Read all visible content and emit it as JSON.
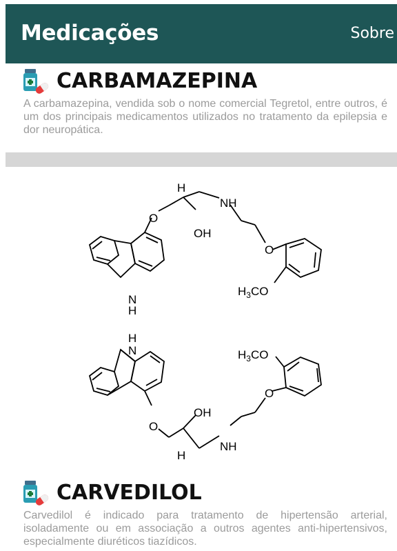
{
  "app": {
    "title": "Medicações",
    "menu_about": "Sobre"
  },
  "icons": {
    "medicine": "medicine-bottle-pill-icon"
  },
  "medications": [
    {
      "name": "CARBAMAZEPINA",
      "description": "A carbamazepina, vendida sob o nome comercial Tegretol, entre outros, é um dos principais medicamentos utilizados no tratamento da epilepsia e dor neuropática."
    },
    {
      "name": "CARVEDILOL",
      "description": "Carvedilol é indicado para tratamento de hipertensão arterial, isoladamente ou em associação a outros agentes anti-hipertensivos, especialmente diuréticos tiazídicos."
    }
  ],
  "structure_labels": {
    "h": "H",
    "oh": "OH",
    "nh": "NH",
    "o": "O",
    "methoxy_h3c": "H",
    "methoxy_3": "3",
    "methoxy_co": "CO",
    "methoxy_h3co_alt": "H",
    "methoxy_alt_3": "3",
    "methoxy_alt_co": "CO"
  },
  "colors": {
    "appbar": "#1e5656",
    "divider": "#d6d6d6",
    "description": "#9b9b9b"
  }
}
